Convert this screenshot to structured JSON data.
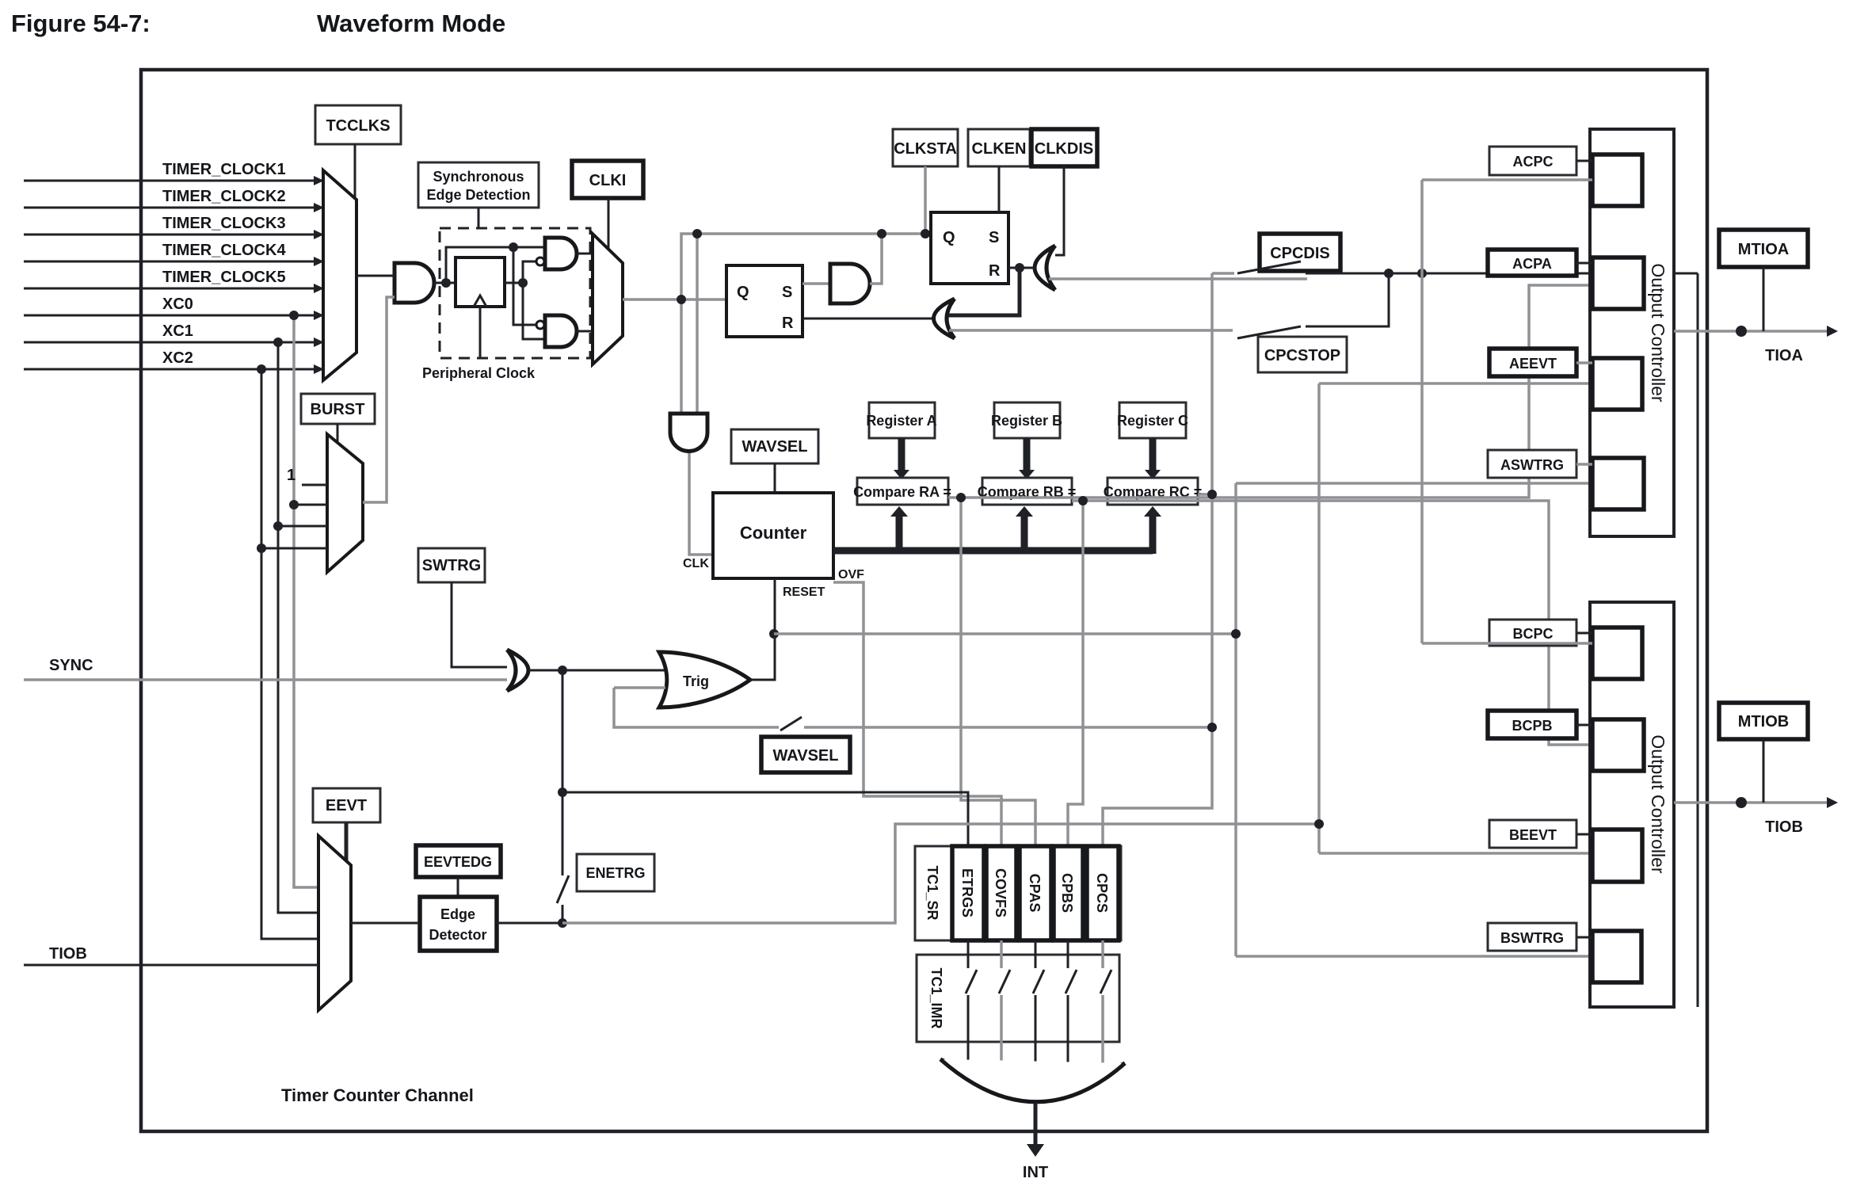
{
  "figure": {
    "label": "Figure 54-7:",
    "title": "Waveform Mode"
  },
  "colors": {
    "line": "#1f2126",
    "gray_line": "#8f9194",
    "text": "#14161a",
    "background": "#ffffff"
  },
  "inputs": {
    "lines": [
      "TIMER_CLOCK1",
      "TIMER_CLOCK2",
      "TIMER_CLOCK3",
      "TIMER_CLOCK4",
      "TIMER_CLOCK5",
      "XC0",
      "XC1",
      "XC2"
    ],
    "sync": "SYNC",
    "tiob": "TIOB"
  },
  "clock_block": {
    "tcclks": "TCCLKS",
    "sync_edge_line1": "Synchronous",
    "sync_edge_line2": "Edge Detection",
    "peripheral_clock": "Peripheral Clock",
    "clki": "CLKI",
    "burst": "BURST",
    "one": "1",
    "q": "Q",
    "s": "S",
    "r": "R",
    "clksta": "CLKSTA",
    "clken": "CLKEN",
    "clkdis": "CLKDIS",
    "cpcdis": "CPCDIS",
    "cpcstop": "CPCSTOP"
  },
  "counter_block": {
    "wavsel": "WAVSEL",
    "counter": "Counter",
    "clk": "CLK",
    "reset": "RESET",
    "ovf": "OVF",
    "register_a": "Register A",
    "register_b": "Register B",
    "register_c": "Register C",
    "compare_ra": "Compare RA =",
    "compare_rb": "Compare RB =",
    "compare_rc": "Compare RC ="
  },
  "trigger_block": {
    "swtrg": "SWTRG",
    "trig": "Trig",
    "eevt": "EEVT",
    "eevtedg": "EEVTEDG",
    "edge": "Edge",
    "detector": "Detector",
    "enetrg": "ENETRG"
  },
  "flags": {
    "tc1_sr": "TC1_SR",
    "status": [
      "ETRGS",
      "COVFS",
      "CPAS",
      "CPBS",
      "CPCS"
    ],
    "tc1_imr": "TC1_IMR",
    "int": "INT"
  },
  "output_block": {
    "output_controller": "Output Controller",
    "acpc": "ACPC",
    "acpa": "ACPA",
    "aeevt": "AEEVT",
    "aswtrg": "ASWTRG",
    "bcpc": "BCPC",
    "bcpb": "BCPB",
    "beevt": "BEEVT",
    "bswtrg": "BSWTRG",
    "mtioa": "MTIOA",
    "mtiob": "MTIOB",
    "tioa": "TIOA",
    "tiob": "TIOB"
  },
  "footer": {
    "channel": "Timer Counter  Channel"
  }
}
